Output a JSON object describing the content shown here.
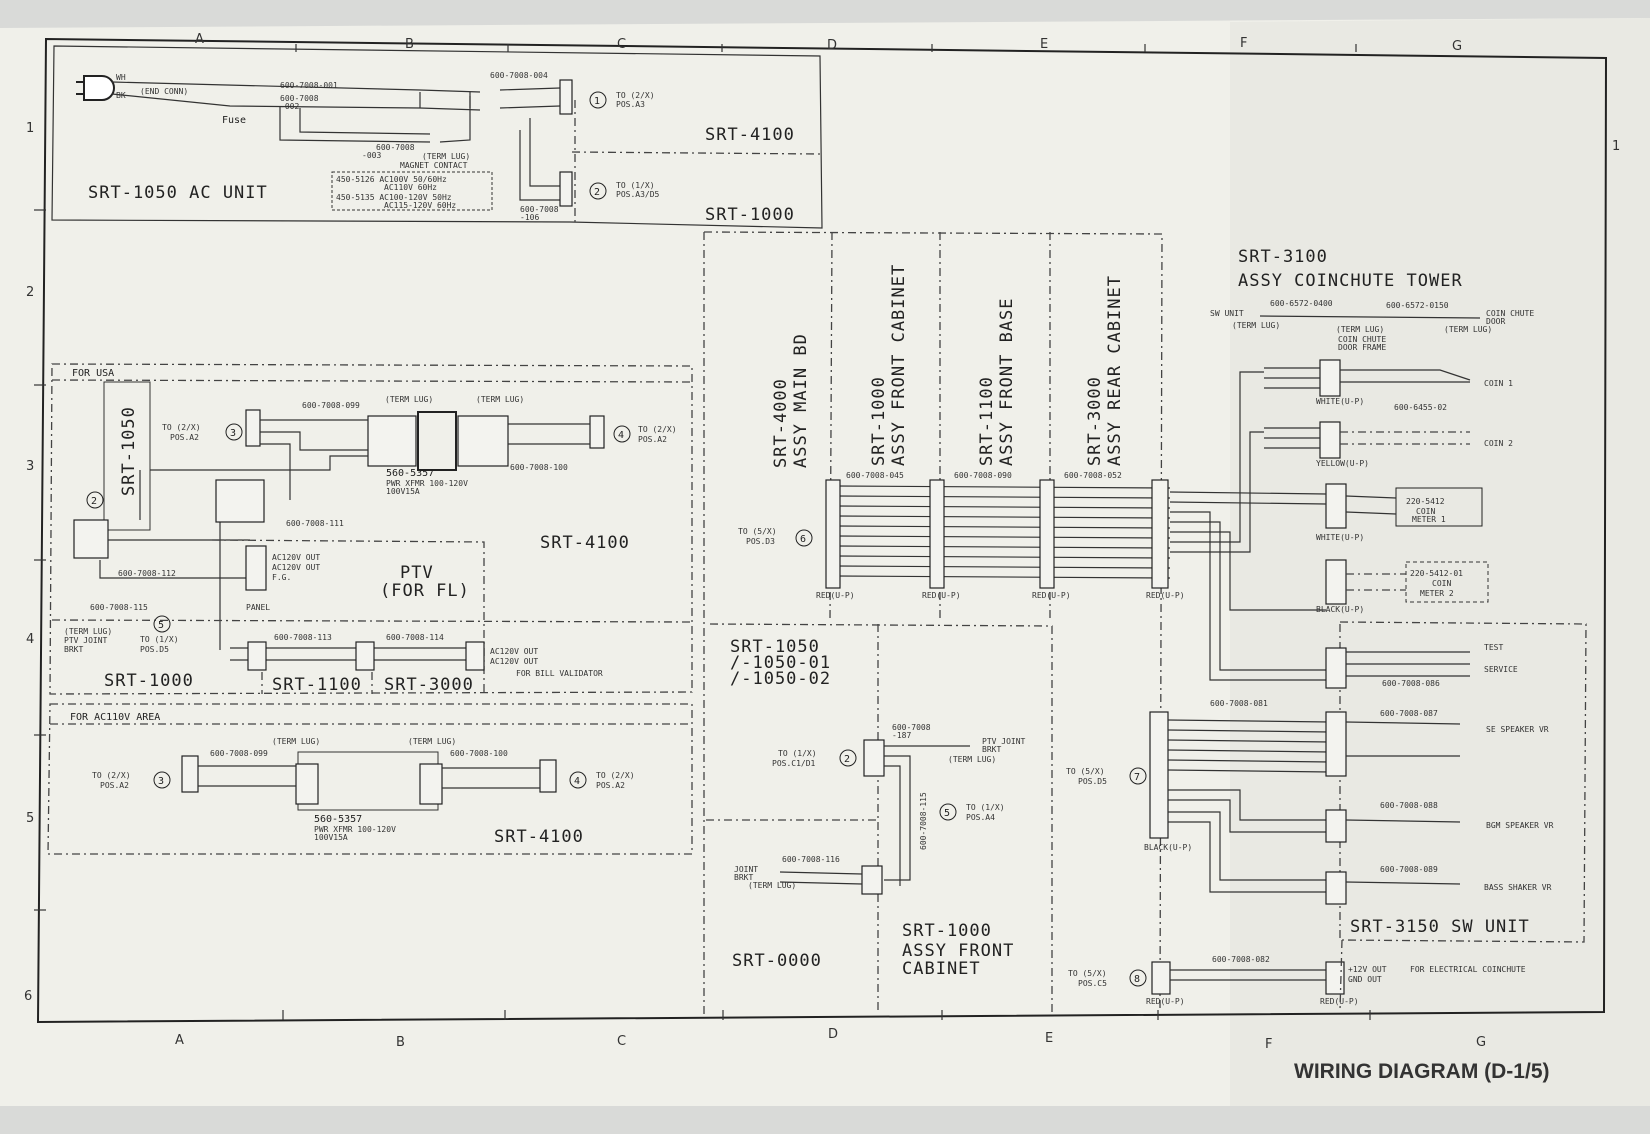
{
  "title": "WIRING DIAGRAM (D-1/5)",
  "grid": {
    "columns": [
      "A",
      "B",
      "C",
      "D",
      "E",
      "F",
      "G"
    ],
    "rows": [
      "1",
      "2",
      "3",
      "4",
      "5",
      "6"
    ]
  },
  "sections": {
    "ac_unit": "SRT-1050   AC UNIT",
    "srt4100_top": "SRT-4100",
    "srt1000_top": "SRT-1000",
    "for_usa": "FOR USA",
    "srt1050_vert": "SRT-1050",
    "srt4100_mid": "SRT-4100",
    "ptv": "PTV",
    "ptv_sub": "(FOR FL)",
    "srt1000_mid": "SRT-1000",
    "srt1100": "SRT-1100",
    "srt3000": "SRT-3000",
    "for_ac110": "FOR AC110V AREA",
    "srt4100_bot": "SRT-4100",
    "main_bd_1": "SRT-4000",
    "main_bd_2": "ASSY MAIN BD",
    "front_cab_1": "SRT-1000",
    "front_cab_2": "ASSY FRONT CABINET",
    "front_base_1": "SRT-1100",
    "front_base_2": "ASSY FRONT BASE",
    "rear_cab_1": "SRT-3000",
    "rear_cab_2": "ASSY REAR CABINET",
    "coin_tower_1": "SRT-3100",
    "coin_tower_2": "ASSY COINCHUTE TOWER",
    "srt1050_list_1": "SRT-1050",
    "srt1050_list_2": "/-1050-01",
    "srt1050_list_3": "/-1050-02",
    "srt0000": "SRT-0000",
    "front_cab_low_1": "SRT-1000",
    "front_cab_low_2": "ASSY FRONT",
    "front_cab_low_3": "CABINET",
    "sw_unit": "SRT-3150   SW UNIT"
  },
  "labels": {
    "wh": "WH",
    "bk": "BK",
    "end_conn": "(END CONN)",
    "fuse": "Fuse",
    "w_0001": "600-7008-001",
    "w_0002": "600-7008",
    "w_0002b": "-002",
    "w_0003": "600-7008",
    "w_0003b": "-003",
    "w_0004": "600-7008-004",
    "w_0106": "600-7008",
    "w_0106b": "-106",
    "term_lug": "(TERM LUG)",
    "magnet_contact": "MAGNET CONTACT",
    "mc_1": "450-5126 AC100V 50/60Hz",
    "mc_1b": "AC110V 60Hz",
    "mc_2": "450-5135 AC100-120V 50Hz",
    "mc_2b": "AC115-120V 60Hz",
    "to_2x_a3": "TO (2/X)",
    "pos_a3": "POS.A3",
    "to_1x_a3": "TO (1/X)",
    "pos_a3d5": "POS.A3/D5",
    "to_2x_a2": "TO (2/X)",
    "pos_a2": "POS.A2",
    "xfmr_1": "560-5357",
    "xfmr_2": "PWR XFMR 100-120V",
    "xfmr_3": "100V15A",
    "w_099": "600-7008-099",
    "w_100": "600-7008-100",
    "w_111": "600-7008-111",
    "w_112": "600-7008-112",
    "w_115": "600-7008-115",
    "w_113": "600-7008-113",
    "w_114": "600-7008-114",
    "ptv_joint": "PTV JOINT",
    "brkt": "BRKT",
    "to_1x_d5": "TO (1/X)",
    "pos_d5": "POS.D5",
    "ac_out_1": "AC120V OUT",
    "ac_out_2": "AC120V OUT",
    "fg": "F.G.",
    "panel": "PANEL",
    "bill_validator": "FOR BILL VALIDATOR",
    "to_5x_d3": "TO (5/X)",
    "pos_d3": "POS.D3",
    "w_045": "600-7008-045",
    "w_090": "600-7008-090",
    "w_052": "600-7008-052",
    "w_086": "600-7008-086",
    "w_081": "600-7008-081",
    "w_087": "600-7008-087",
    "w_088": "600-7008-088",
    "w_089": "600-7008-089",
    "w_082": "600-7008-082",
    "w_116": "600-7008-116",
    "w_187": "600-7008",
    "w_187b": "-187",
    "w_115v": "600-7008-115",
    "coin1": "COIN 1",
    "coin2": "COIN 2",
    "coin_meter_1": "220-5412",
    "coin_meter_1b": "COIN",
    "coin_meter_1c": "METER 1",
    "coin_meter_2": "220-5412-01",
    "coin_meter_2b": "COIN",
    "coin_meter_2c": "METER 2",
    "sw_unit_lbl": "SW UNIT",
    "coin_chute_door": "COIN CHUTE",
    "coin_chute_door_b": "DOOR",
    "coin_chute_frame": "COIN CHUTE",
    "coin_chute_frame_b": "DOOR FRAME",
    "w_0400": "600-6572-0400",
    "w_0150": "600-6572-0150",
    "w_455": "600-6455-02",
    "test": "TEST",
    "service": "SERVICE",
    "se_speaker": "SE SPEAKER VR",
    "bgm_speaker": "BGM SPEAKER VR",
    "bass_shaker": "BASS SHAKER VR",
    "to_5x_d5": "TO (5/X)",
    "pos_d5b": "POS.D5",
    "to_5x_c5": "TO (5/X)",
    "pos_c5": "POS.C5",
    "to_1x_c1": "TO (1/X)",
    "pos_c1d1": "POS.C1/D1",
    "to_1x_a4": "TO (1/X)",
    "pos_a4": "POS.A4",
    "joint_brkt": "JOINT",
    "joint_brkt_b": "BRKT",
    "elec_coinchute": "FOR ELECTRICAL COINCHUTE",
    "plus12": "+12V OUT",
    "gnd": "GND OUT",
    "red": "RED(U-P)",
    "white": "WHITE(U-P)",
    "black": "BLACK(U-P)",
    "yellow": "YELLOW(U-P)"
  },
  "circles": [
    "1",
    "2",
    "3",
    "4",
    "5",
    "6",
    "7",
    "8"
  ],
  "colors": {
    "background": "#d9dad8",
    "paper": "#f1f1ec",
    "ink": "#2a2a2a"
  }
}
